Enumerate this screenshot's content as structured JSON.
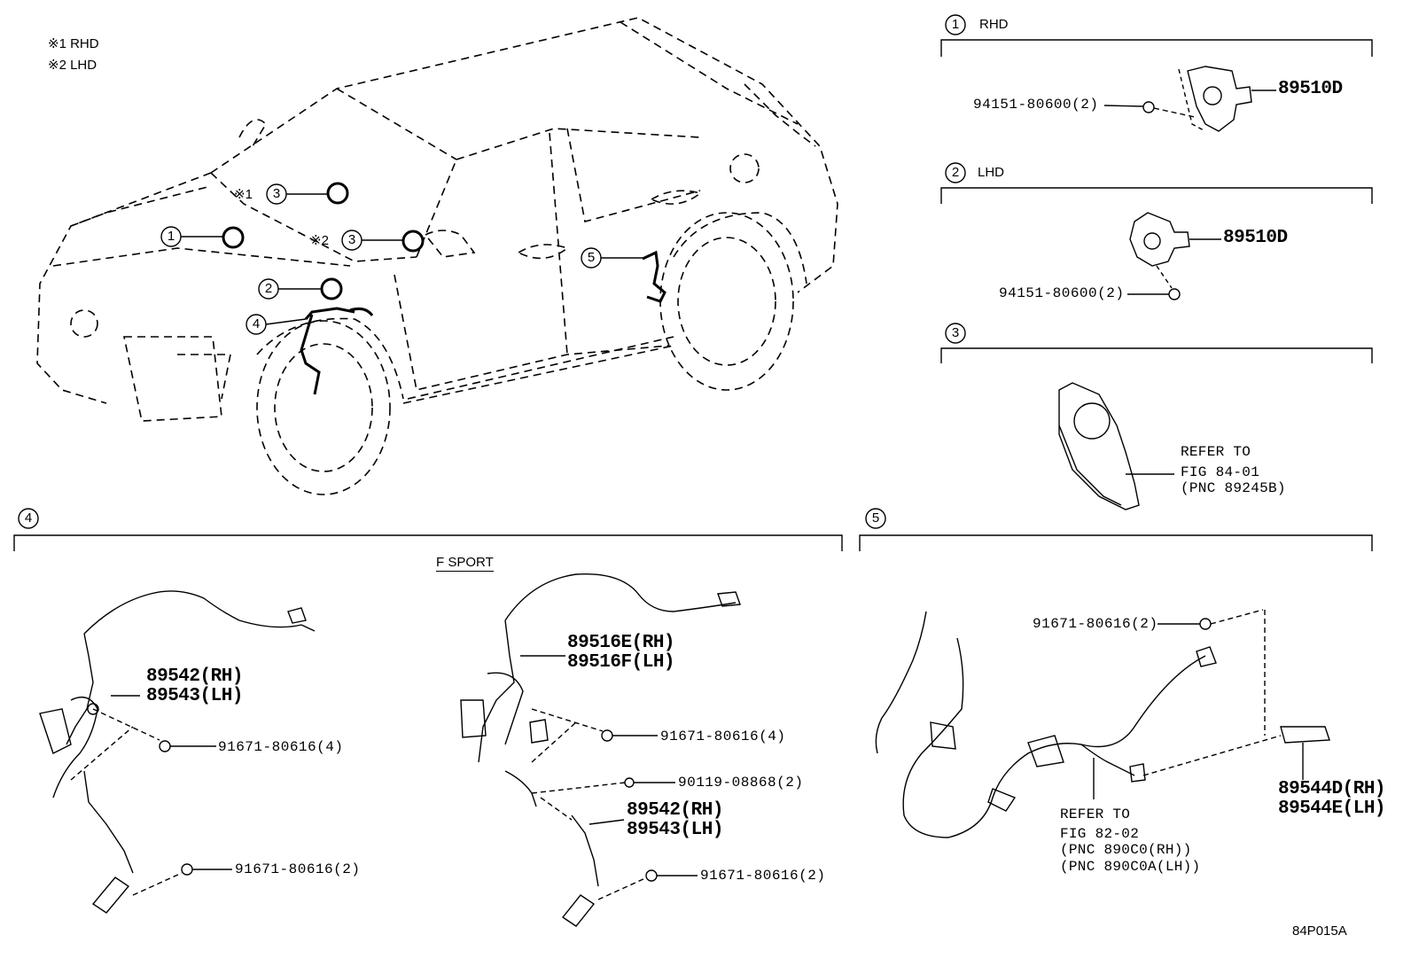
{
  "notes": [
    "※1 RHD",
    "※2 LHD"
  ],
  "callouts": {
    "c1": "1",
    "c2": "2",
    "c3a": "3",
    "c3a_note": "※1",
    "c3b": "3",
    "c3b_note": "※2",
    "c4": "4",
    "c5": "5"
  },
  "sections": {
    "s1": {
      "num": "1",
      "title": "RHD",
      "bolt": "94151-80600(2)",
      "part": "89510D"
    },
    "s2": {
      "num": "2",
      "title": "LHD",
      "bolt": "94151-80600(2)",
      "part": "89510D"
    },
    "s3": {
      "num": "3",
      "ref": [
        "REFER TO",
        "FIG 84-01",
        "(PNC 89245B)"
      ]
    },
    "s4": {
      "num": "4",
      "fsport": "F SPORT",
      "left": {
        "sensor": [
          "89542(RH)",
          "89543(LH)"
        ],
        "bolt1": "91671-80616(4)",
        "bolt2": "91671-80616(2)"
      },
      "right": {
        "harness": [
          "89516E(RH)",
          "89516F(LH)"
        ],
        "bolt1": "91671-80616(4)",
        "clip": "90119-08868(2)",
        "sensor": [
          "89542(RH)",
          "89543(LH)"
        ],
        "bolt2": "91671-80616(2)"
      }
    },
    "s5": {
      "num": "5",
      "bolt": "91671-80616(2)",
      "sensor": [
        "89544D(RH)",
        "89544E(LH)"
      ],
      "ref": [
        "REFER TO",
        "FIG 82-02",
        "(PNC 890C0(RH))",
        "(PNC 890C0A(LH))"
      ]
    }
  },
  "footer_code": "84P015A"
}
